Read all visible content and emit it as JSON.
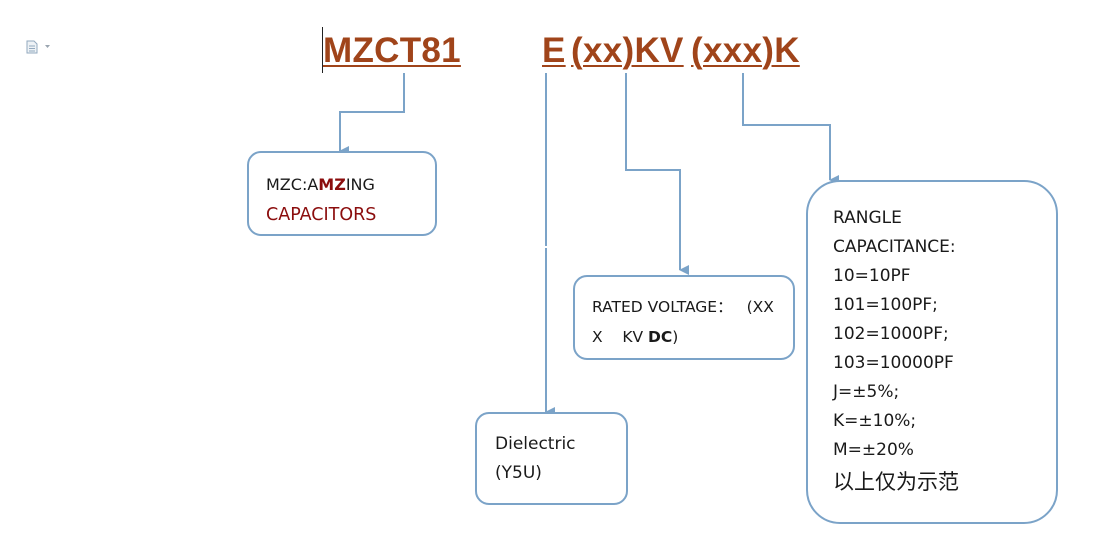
{
  "code": {
    "series": "MZCT81",
    "dielectric": "E",
    "voltage": "(xx)KV",
    "capacitance": "(xxx)K"
  },
  "boxes": {
    "mzc": {
      "prefix": "MZC:A",
      "mz": "MZ",
      "suffix": "ING",
      "line2": "CAPACITORS"
    },
    "voltage": {
      "line1_a": "RATED VOLTAGE：",
      "line1_b": "(XX",
      "line2_a": "X    KV ",
      "line2_b": "DC",
      "line2_c": ")"
    },
    "dielectric": {
      "line1": "Dielectric",
      "line2": "(Y5U)"
    },
    "capacitance": {
      "lines": [
        "RANGLE",
        "CAPACITANCE:",
        "10=10PF",
        "101=100PF;",
        "102=1000PF;",
        "103=10000PF",
        "J=±5%;",
        "K=±10%;",
        "M=±20%"
      ],
      "note": "以上仅为示范"
    }
  },
  "colors": {
    "code": "#a0441a",
    "accent_red": "#8b0d0d",
    "connector": "#7ba3c8",
    "text": "#1a1a1a"
  },
  "icons": [
    "document-icon",
    "dropdown-caret-icon"
  ]
}
